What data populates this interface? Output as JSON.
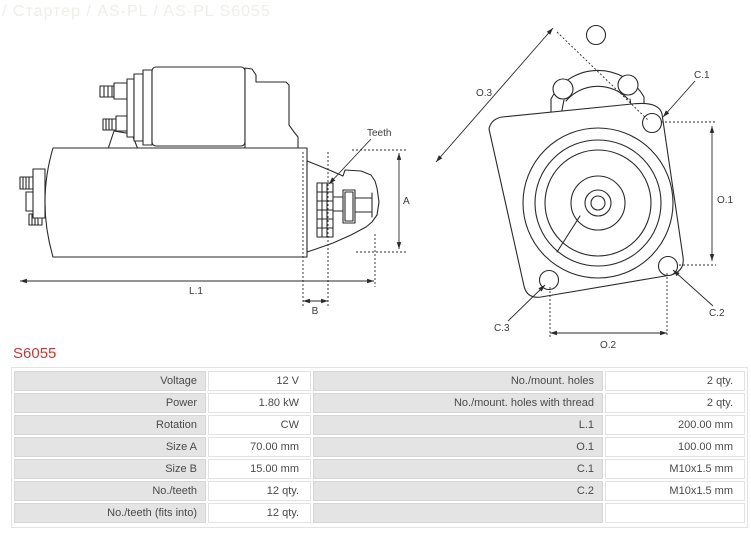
{
  "watermark": {
    "breadcrumb": "/ Стартер / AS-PL /  AS-PL S6055"
  },
  "product": {
    "code": "S6055",
    "code_color": "#c13b3b"
  },
  "diagram": {
    "side_view_labels": {
      "teeth": "Teeth",
      "size_a": "A",
      "length_l1": "L.1",
      "size_b": "B"
    },
    "front_view_labels": {
      "o3": "O.3",
      "c1": "C.1",
      "o1": "O.1",
      "c2": "C.2",
      "c3": "C.3",
      "o2": "O.2"
    }
  },
  "spec_table": {
    "left_rows": [
      {
        "label": "Voltage",
        "value": "12 V"
      },
      {
        "label": "Power",
        "value": "1.80 kW"
      },
      {
        "label": "Rotation",
        "value": "CW"
      },
      {
        "label": "Size A",
        "value": "70.00 mm"
      },
      {
        "label": "Size B",
        "value": "15.00 mm"
      },
      {
        "label": "No./teeth",
        "value": "12 qty."
      },
      {
        "label": "No./teeth (fits into)",
        "value": "12 qty."
      }
    ],
    "right_rows": [
      {
        "label": "No./mount. holes",
        "value": "2 qty."
      },
      {
        "label": "No./mount. holes with thread",
        "value": "2 qty."
      },
      {
        "label": "L.1",
        "value": "200.00 mm"
      },
      {
        "label": "O.1",
        "value": "100.00 mm"
      },
      {
        "label": "C.1",
        "value": "M10x1.5 mm"
      },
      {
        "label": "C.2",
        "value": "M10x1.5 mm"
      },
      {
        "label": "",
        "value": ""
      }
    ]
  }
}
